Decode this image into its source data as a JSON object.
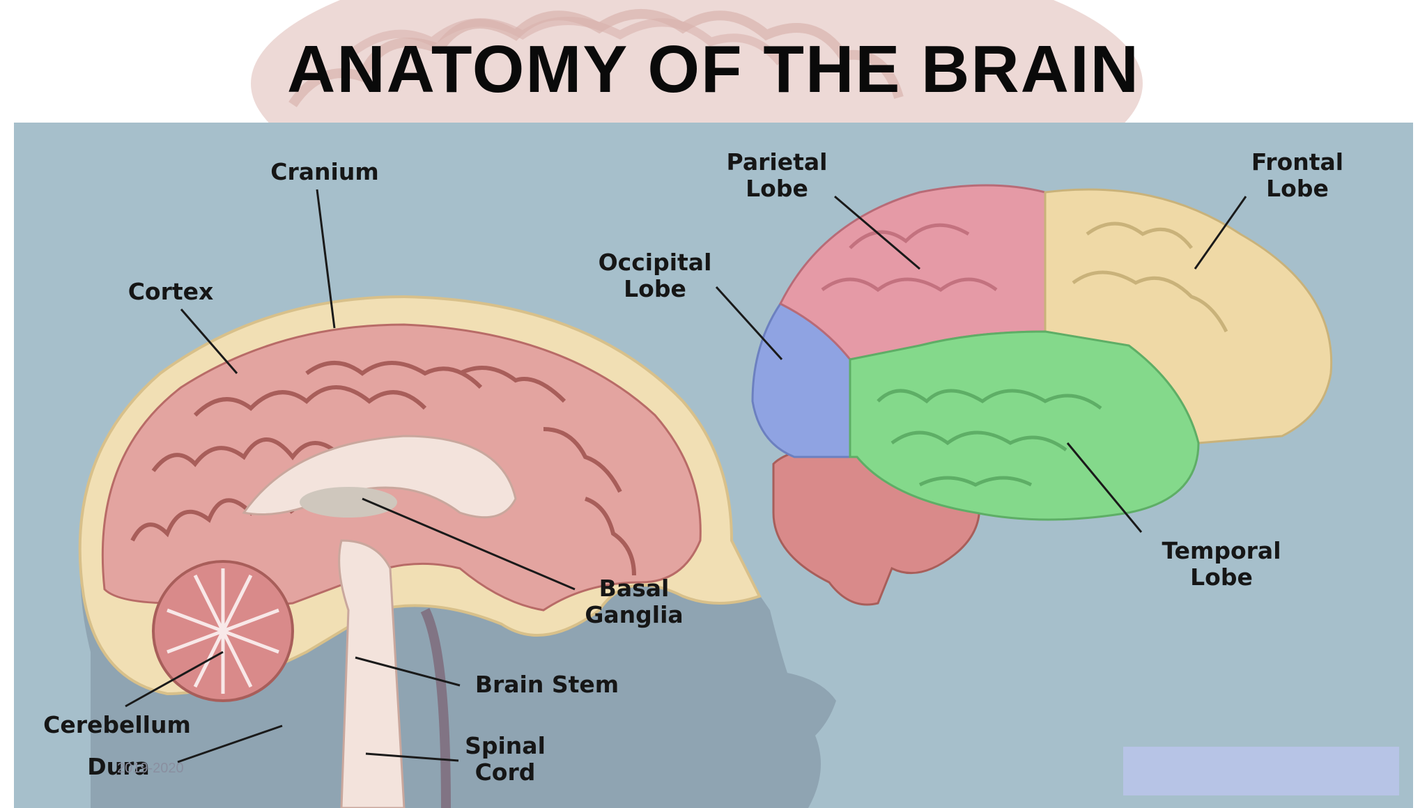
{
  "slide": {
    "title": "ANATOMY OF THE BRAIN",
    "footer_date": "2019-2020"
  },
  "labels": {
    "cranium": "Cranium",
    "cortex": "Cortex",
    "basal_line1": "Basal",
    "basal_line2": "Ganglia",
    "brain_stem": "Brain Stem",
    "cerebellum": "Cerebellum",
    "dura": "Dura",
    "spinal_line1": "Spinal",
    "spinal_line2": "Cord",
    "parietal_line1": "Parietal",
    "parietal_line2": "Lobe",
    "frontal_line1": "Frontal",
    "frontal_line2": "Lobe",
    "occipital_line1": "Occipital",
    "occipital_line2": "Lobe",
    "temporal_line1": "Temporal",
    "temporal_line2": "Lobe"
  },
  "colors": {
    "panel_bg": "#a6bfcb",
    "frontal": "#efd9a6",
    "parietal": "#e59aa6",
    "occipital": "#8fa3e2",
    "temporal": "#84d98b",
    "cerebellum": "#d98a8a",
    "brain": "#e3a4a0",
    "skull": "#f1dfb4"
  }
}
